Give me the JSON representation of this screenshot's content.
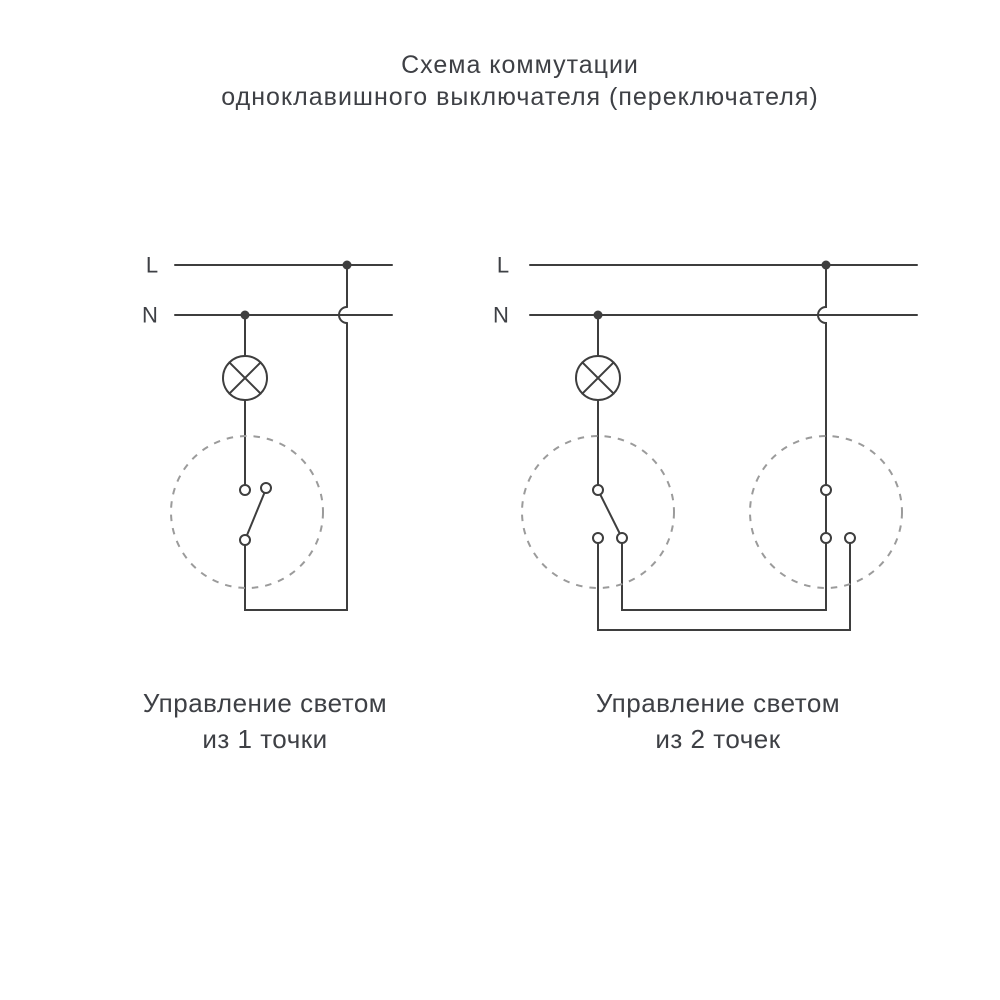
{
  "title": {
    "line1": "Схема коммутации",
    "line2": "одноклавишного выключателя (переключателя)"
  },
  "left_diagram": {
    "line_label_l": "L",
    "line_label_n": "N",
    "caption_line1": "Управление светом",
    "caption_line2": "из 1 точки"
  },
  "right_diagram": {
    "line_label_l": "L",
    "line_label_n": "N",
    "caption_line1": "Управление светом",
    "caption_line2": "из 2 точек"
  },
  "icons": {
    "lamp": "circle-with-x-lamp-symbol",
    "junction": "filled-junction-dot",
    "contact": "open-contact-circle",
    "hop": "wire-crossover-no-connection-arc",
    "enclosure": "dashed-circle-switch-enclosure"
  },
  "colors": {
    "wire": "#3e3e3e",
    "switch_enclosure_dashed": "#9b9b9b",
    "text": "#3e4045",
    "background": "#ffffff"
  }
}
